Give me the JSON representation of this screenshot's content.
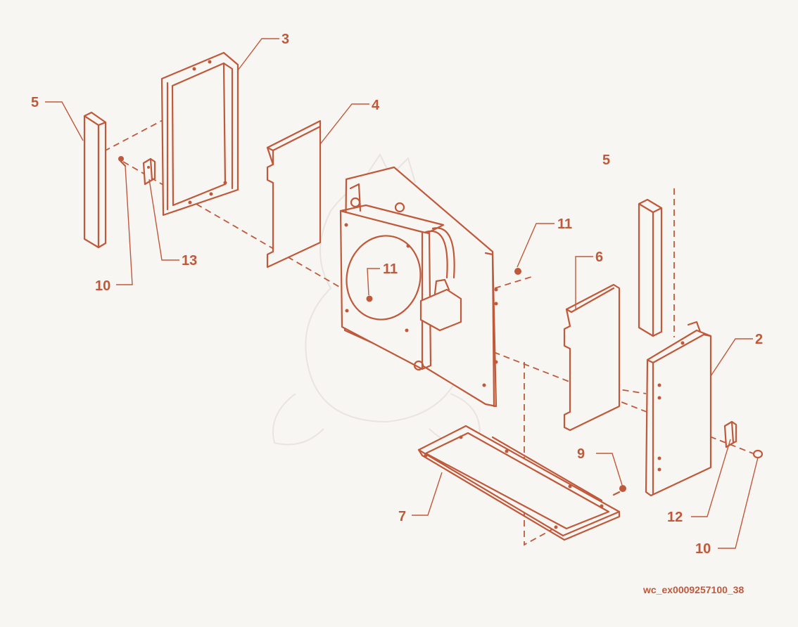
{
  "diagram": {
    "accent_color": "#c0583a",
    "background_color": "#f8f6f3",
    "callouts": {
      "c3": "3",
      "c4": "4",
      "c5_left": "5",
      "c5_right": "5",
      "c13": "13",
      "c10_left": "10",
      "c11_top": "11",
      "c11_center": "11",
      "c6": "6",
      "c2": "2",
      "c9": "9",
      "c7": "7",
      "c12": "12",
      "c10_right": "10"
    },
    "reference_code": "wc_ex0009257100_38"
  }
}
